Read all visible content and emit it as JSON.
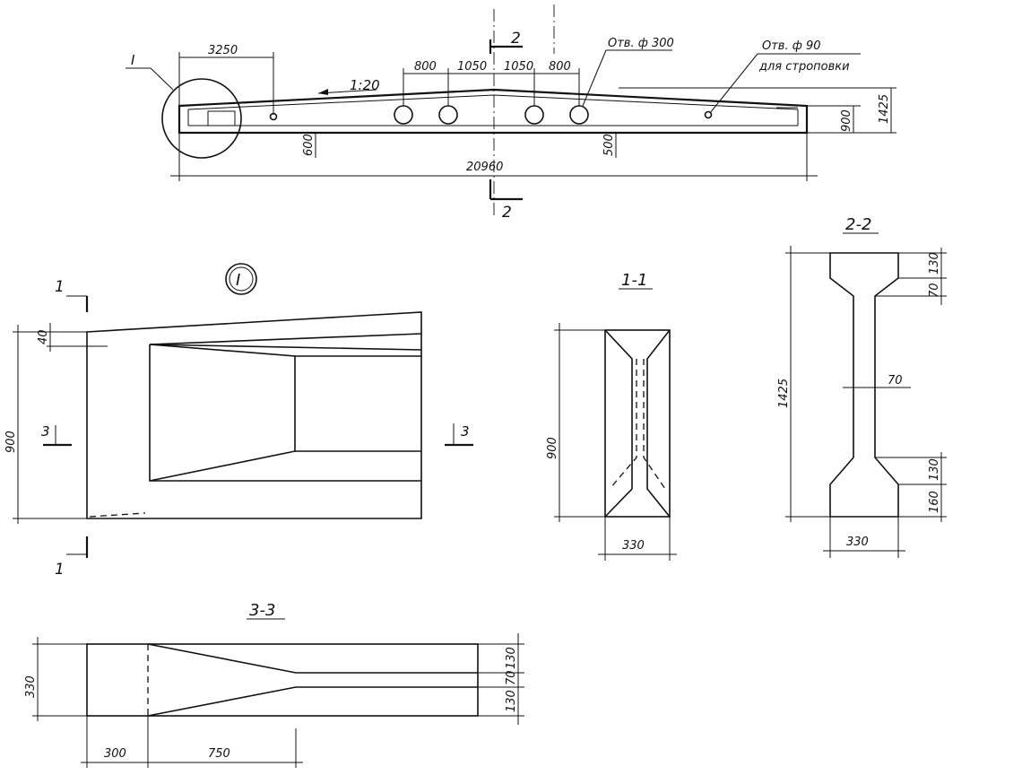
{
  "elevation": {
    "detail_marker": "I",
    "section_mark": "2",
    "slope": "1:20",
    "dims_top": [
      "3250",
      "800",
      "1050",
      "1050",
      "800"
    ],
    "dim_overall_length": "20960",
    "dim_height_end": "900",
    "dim_height_mid": "1425",
    "dim_left_600": "600",
    "dim_right_500": "500",
    "hole_big_note": "Отв. ф 300",
    "hole_small_note_1": "Отв. ф 90",
    "hole_small_note_2": "для строповки"
  },
  "detail_I": {
    "title": "I",
    "section_mark_1": "1",
    "section_mark_3": "3",
    "dim_height": "900",
    "dim_small": "40"
  },
  "section_1_1": {
    "title": "1-1",
    "dim_height": "900",
    "dim_width": "330"
  },
  "section_2_2": {
    "title": "2-2",
    "dim_height": "1425",
    "dim_top_flange": "130",
    "dim_top_haunch": "70",
    "dim_web": "70",
    "dim_bottom_haunch": "130",
    "dim_bottom_flange": "160",
    "dim_width": "330"
  },
  "section_3_3": {
    "title": "3-3",
    "dim_width": "330",
    "dim_left": "300",
    "dim_taper": "750",
    "dim_right_top": "130",
    "dim_right_mid": "70",
    "dim_right_bottom": "130"
  }
}
